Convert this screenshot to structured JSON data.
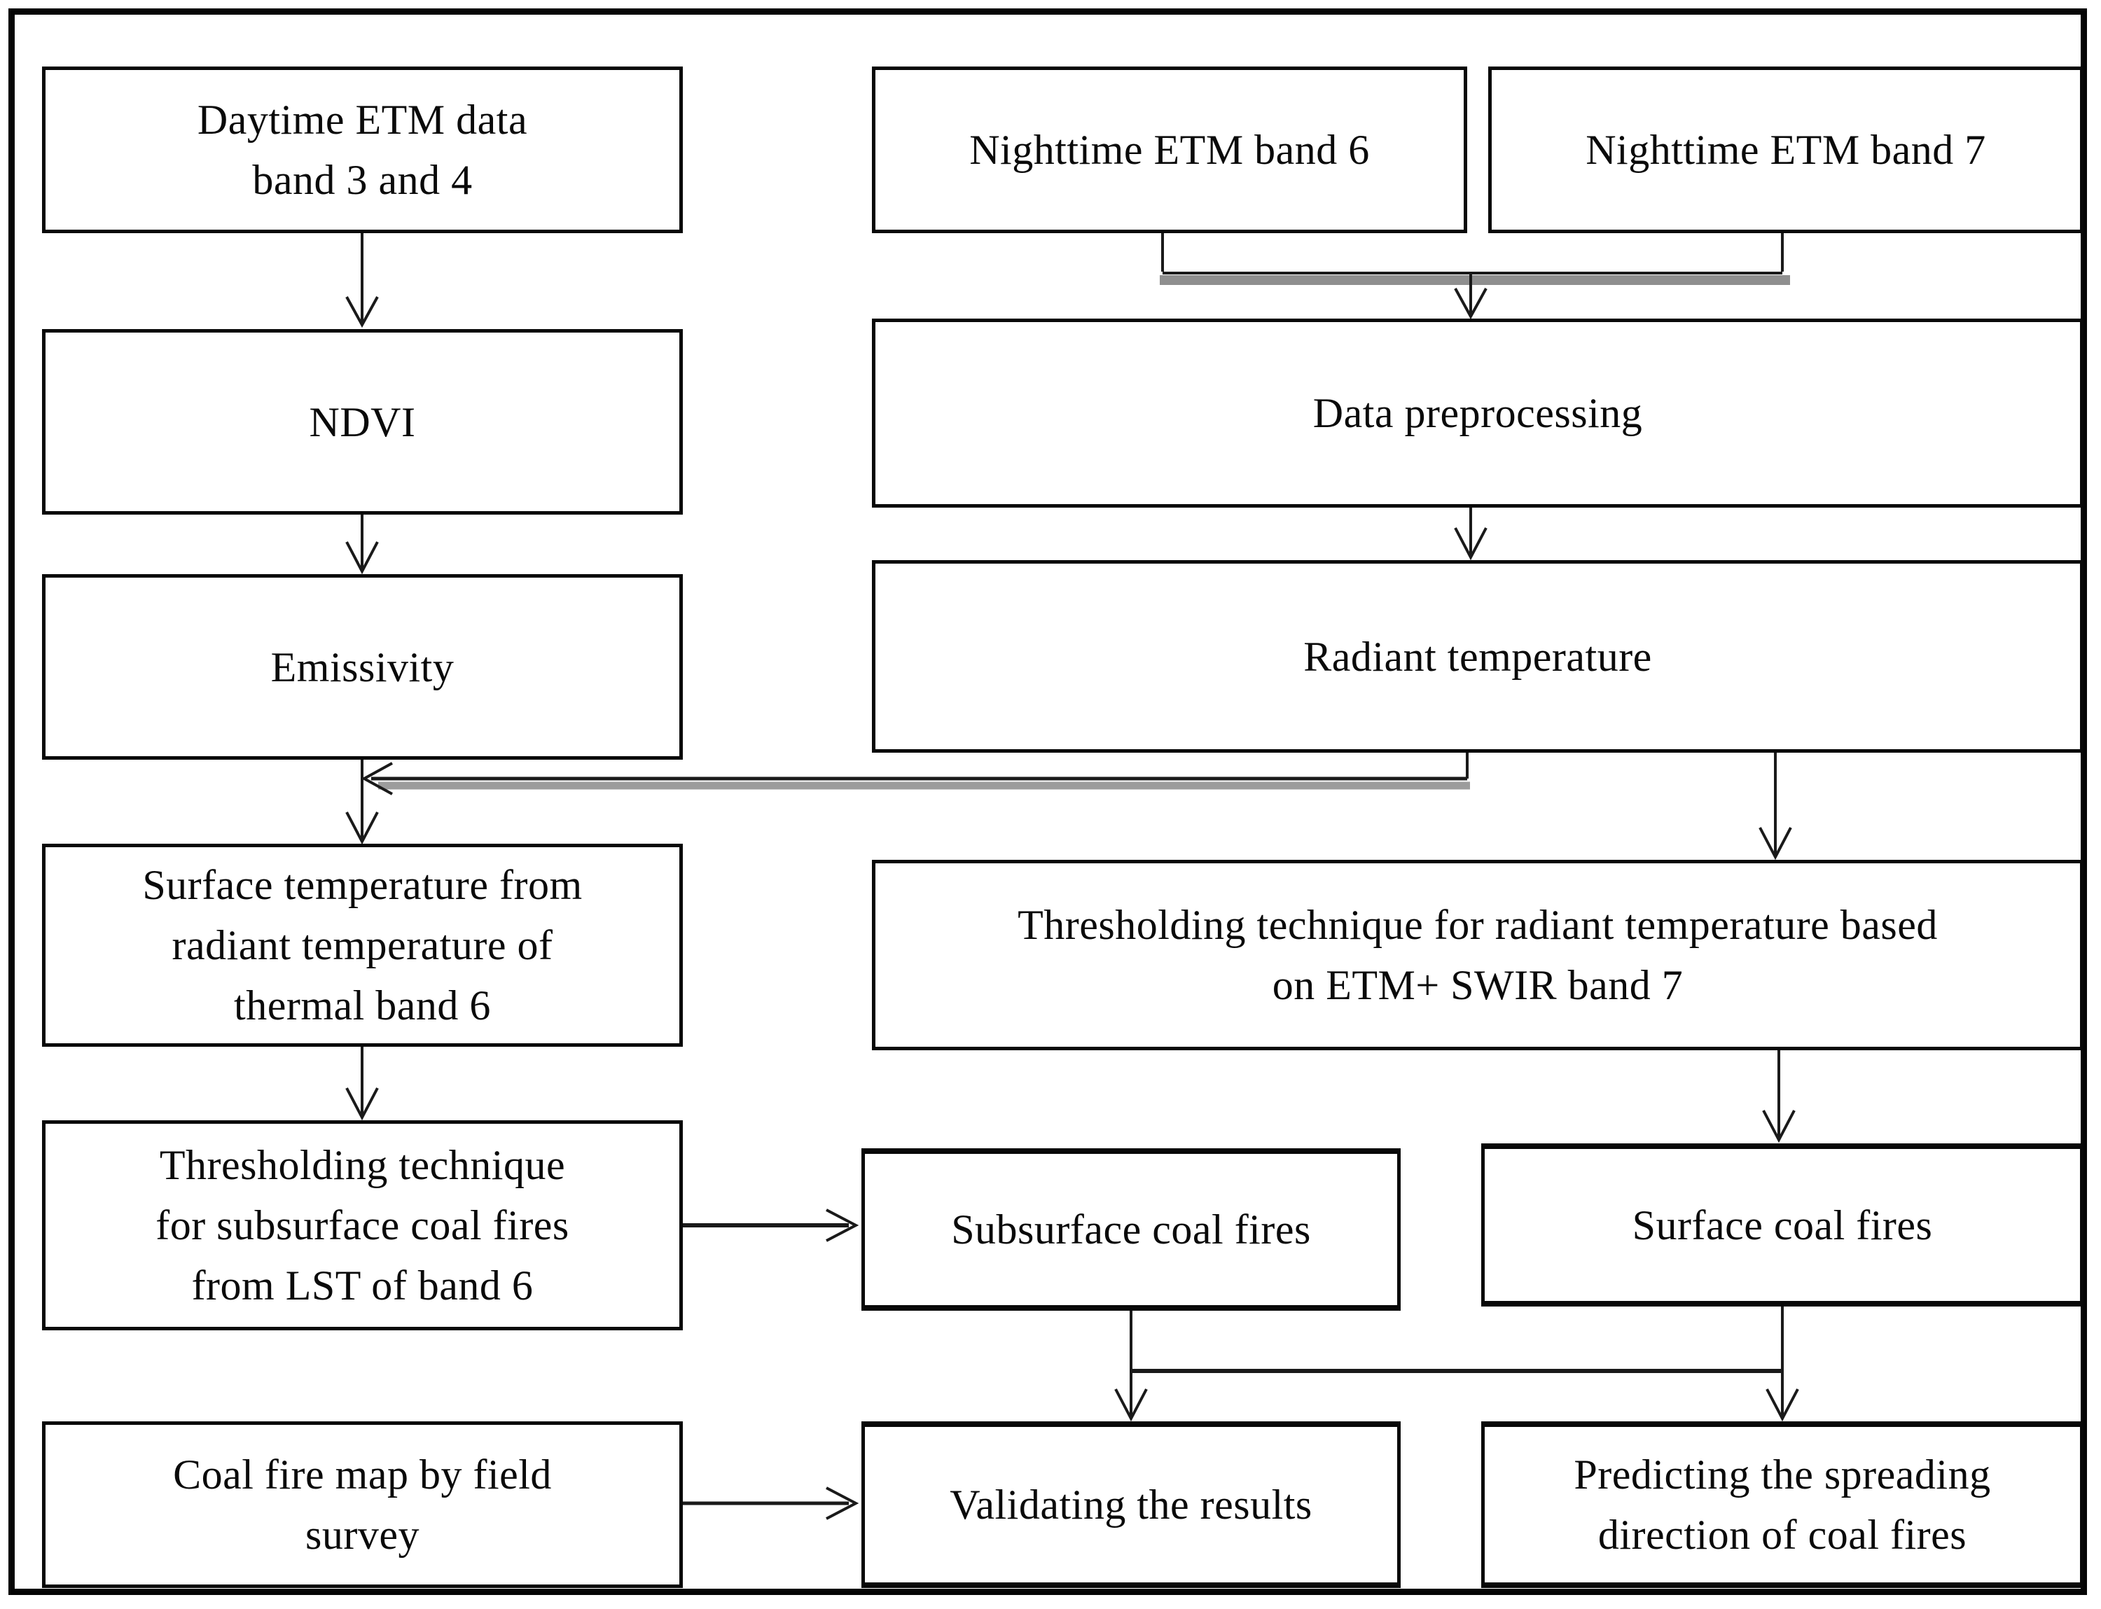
{
  "figure": {
    "type": "flowchart",
    "background_color": "#ffffff",
    "frame_color": "#050505",
    "box_fill": "#ffffff",
    "box_border_color": "#080808",
    "text_color": "#0a0a0a",
    "arrow_color": "#1a1a1a",
    "shadow_bar_color": "#8f8f8f"
  },
  "nodes": {
    "daytime": {
      "lines": [
        "Daytime ETM data",
        "band 3 and 4"
      ]
    },
    "night6": {
      "lines": [
        "Nighttime ETM band 6"
      ]
    },
    "night7": {
      "lines": [
        "Nighttime ETM band 7"
      ]
    },
    "ndvi": {
      "lines": [
        "NDVI"
      ]
    },
    "dataprep": {
      "lines": [
        "Data preprocessing"
      ]
    },
    "emissivity": {
      "lines": [
        "Emissivity"
      ]
    },
    "radiant": {
      "lines": [
        "Radiant temperature"
      ]
    },
    "surfacetemp": {
      "lines": [
        "Surface temperature from",
        "radiant temperature of",
        "thermal band 6"
      ]
    },
    "threshright": {
      "lines": [
        "Thresholding technique for radiant temperature based",
        "on ETM+ SWIR band 7"
      ]
    },
    "threshleft": {
      "lines": [
        "Thresholding technique",
        "for subsurface coal fires",
        "from LST of band 6"
      ]
    },
    "subsurface": {
      "lines": [
        "Subsurface coal fires"
      ]
    },
    "surfacecoal": {
      "lines": [
        "Surface coal fires"
      ]
    },
    "coalmap": {
      "lines": [
        "Coal fire map by field",
        "survey"
      ]
    },
    "validating": {
      "lines": [
        "Validating the results"
      ]
    },
    "predicting": {
      "lines": [
        "Predicting the spreading",
        "direction of coal fires"
      ]
    }
  },
  "edges": [
    {
      "from": "daytime",
      "to": "ndvi"
    },
    {
      "from": "night6",
      "to": "dataprep"
    },
    {
      "from": "night7",
      "to": "dataprep"
    },
    {
      "from": "dataprep",
      "to": "radiant"
    },
    {
      "from": "ndvi",
      "to": "emissivity"
    },
    {
      "from": "radiant",
      "to": "surfacetemp"
    },
    {
      "from": "emissivity",
      "to": "surfacetemp"
    },
    {
      "from": "radiant",
      "to": "threshright"
    },
    {
      "from": "surfacetemp",
      "to": "threshleft"
    },
    {
      "from": "threshleft",
      "to": "subsurface"
    },
    {
      "from": "threshright",
      "to": "surfacecoal"
    },
    {
      "from": "subsurface",
      "to": "validating"
    },
    {
      "from": "subsurface",
      "to": "predicting"
    },
    {
      "from": "surfacecoal",
      "to": "predicting"
    },
    {
      "from": "coalmap",
      "to": "validating"
    }
  ]
}
